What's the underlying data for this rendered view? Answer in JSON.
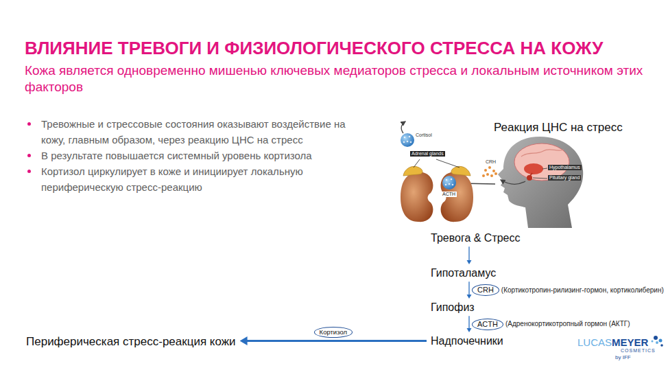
{
  "diagram": {
    "title": "ВЛИЯНИЕ ТРЕВОГИ И ФИЗИОЛОГИЧЕСКОГО СТРЕССА НА КОЖУ",
    "nodes": [
      {
        "text": [
          "Тревога & Стресс"
        ]
      },
      {
        "text": [
          "Гипоталамус"
        ]
      },
      {
        "text": [
          "Гипофиз"
        ]
      },
      {
        "text": [
          "Надпочечники"
        ]
      },
      {
        "text": [
          "Периферическая стресс-реакция кожи"
        ]
      }
    ],
    "edges": [
      {
        "from": 0,
        "to": 1,
        "arrow": "to"
      },
      {
        "from": 1,
        "to": 2,
        "arrow": "to",
        "label": "CRH"
      },
      {
        "from": 2,
        "to": 3,
        "arrow": "to",
        "label": "ACTH"
      },
      {
        "from": 3,
        "to": 4,
        "arrow": "to",
        "label": "Кортизол"
      }
    ],
    "labels": [
      "Кожа является одновременно мишенью ключевых медиаторов стресса и локальным источником этих факторов",
      "Тревожные и стрессовые состояния оказывают воздействие на кожу, главным образом, через реакцию ЦНС на стресс",
      "В результате повышается системный уровень кортизола",
      "Кортизол циркулирует в коже и инициирует локальную периферическую стресс-реакцию",
      "Реакция ЦНС на стресс",
      "Cortisol",
      "Adrenal glands",
      "CRH",
      "ACTH",
      "Hypothalamus",
      "Pituitary gland",
      "(Кортикотропин-рилизинг-гормон, кортиколиберин)",
      "(Адренокортикотропный гормон (АКТГ)",
      "LUCAS",
      "MEYER",
      "COSMETICS",
      "by IFF"
    ]
  }
}
